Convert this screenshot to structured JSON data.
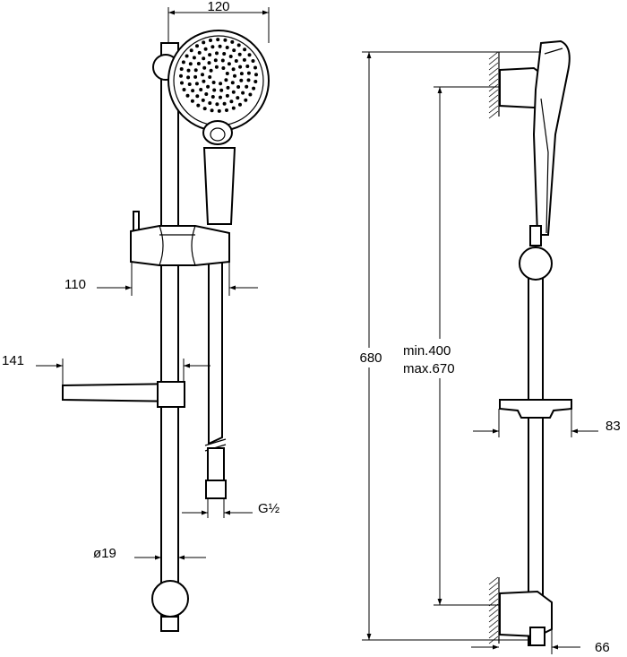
{
  "dimensions": {
    "head_width": "120",
    "slider_offset": "110",
    "soap_dish_offset": "141",
    "hose_thread": "G½",
    "rail_diameter": "ø19",
    "total_height": "680",
    "adjust_min": "min.400",
    "adjust_max": "max.670",
    "dish_depth": "83",
    "bracket_depth": "66"
  }
}
